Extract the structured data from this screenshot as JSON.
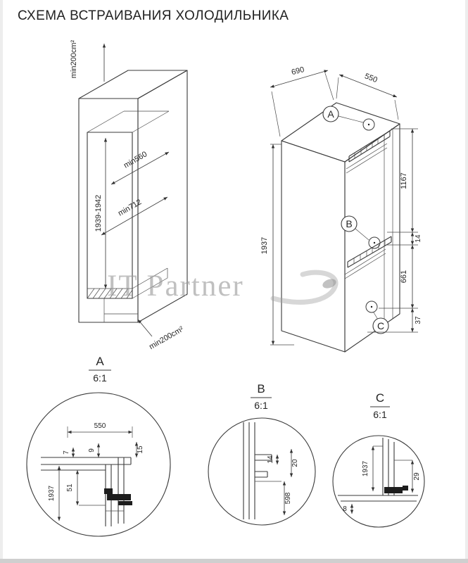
{
  "title": "СХЕМА ВСТРАИВАНИЯ ХОЛОДИЛЬНИКА",
  "watermark": {
    "text": "IT Partner"
  },
  "cabinet": {
    "vent_top": "min200cm²",
    "vent_bottom": "min200cm²",
    "depth_top": "min560",
    "depth_mid": "min712",
    "niche_height": "1939-1942"
  },
  "fridge": {
    "dim_width": "690",
    "dim_depth": "550",
    "dim_height": "1937",
    "dim_upper": "1167",
    "dim_gap": "14",
    "dim_lower": "661",
    "dim_bottom": "37",
    "callouts": {
      "a": "A",
      "b": "B",
      "c": "C"
    }
  },
  "details": {
    "a": {
      "label": "A",
      "scale": "6:1",
      "dim_depth": "550",
      "dim_7": "7",
      "dim_9": "9",
      "dim_15": "15",
      "dim_height": "1937",
      "dim_51": "51"
    },
    "b": {
      "label": "B",
      "scale": "6:1",
      "dim_14": "14",
      "dim_20": "20",
      "dim_598": "598"
    },
    "c": {
      "label": "C",
      "scale": "6:1",
      "dim_height": "1937",
      "dim_29": "29",
      "dim_8": "8"
    }
  }
}
